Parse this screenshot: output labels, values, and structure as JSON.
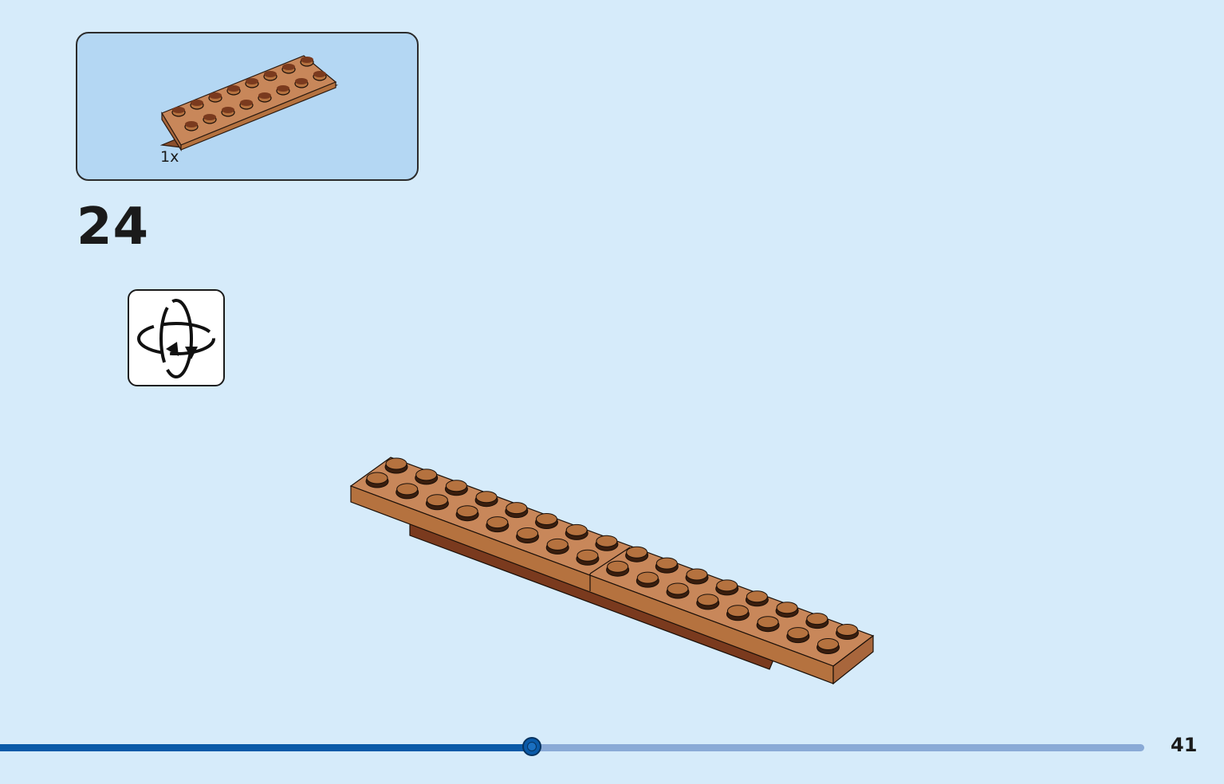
{
  "parts_list": {
    "items": [
      {
        "quantity": "1x",
        "part": "plate-2x8-icon",
        "color": "#c8875a"
      }
    ]
  },
  "step": {
    "number": "24",
    "rotate_icon": "rotate-model-icon"
  },
  "assembly_icon": "plate-assembly-icon",
  "colors": {
    "background": "#d6ebfa",
    "parts_panel": "#b4d7f3",
    "brick": "#c8875a",
    "brick_dark": "#7a3a1e",
    "progress_fill": "#0a5aa8",
    "progress_track": "#8aaad6"
  },
  "progress": {
    "fraction": 0.465
  },
  "page_number": "41"
}
